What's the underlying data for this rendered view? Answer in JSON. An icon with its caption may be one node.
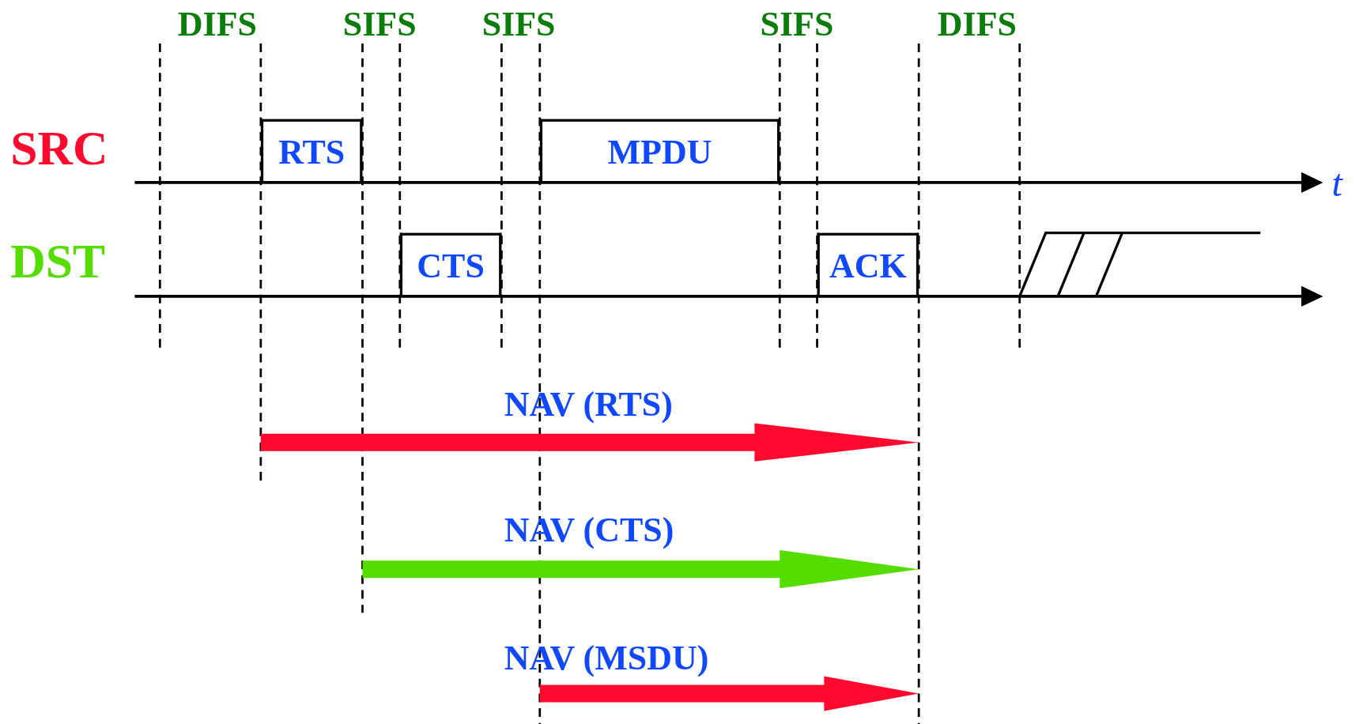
{
  "diagram": {
    "nodes": [
      {
        "text": [
          "RTS"
        ]
      },
      {
        "text": [
          "MPDU"
        ]
      },
      {
        "text": [
          "CTS"
        ]
      },
      {
        "text": [
          "ACK"
        ]
      },
      {
        "text": [],
        "shape": "box"
      }
    ],
    "labels": [
      "DIFS",
      "SIFS",
      "SIFS",
      "SIFS",
      "DIFS",
      "SRC",
      "DST",
      "t",
      "NAV (RTS)",
      "NAV (CTS)",
      "NAV (MSDU)"
    ]
  }
}
